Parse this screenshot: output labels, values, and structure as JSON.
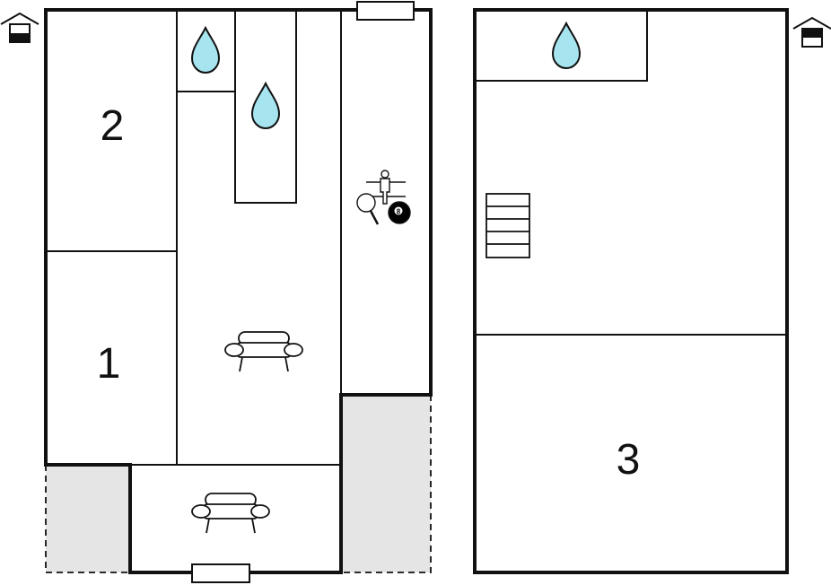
{
  "plans": [
    {
      "name": "ground-floor",
      "rooms": [
        {
          "id": "bedroom-2",
          "label": "2"
        },
        {
          "id": "bedroom-1",
          "label": "1"
        }
      ],
      "icons": [
        "ground-floor-indicator-icon",
        "water-drop-icon",
        "water-drop-icon",
        "sofa-icon",
        "sofa-icon",
        "games-table-tennis-foosball-billiard-icon"
      ],
      "billiard_ball_number": "8",
      "terrace_fill_color": "#e5e5e5"
    },
    {
      "name": "upper-floor",
      "rooms": [
        {
          "id": "bedroom-3",
          "label": "3"
        }
      ],
      "icons": [
        "upper-floor-indicator-icon",
        "water-drop-icon",
        "staircase-icon"
      ]
    }
  ],
  "colors": {
    "wall": "#111111",
    "water": "#a6e4f0",
    "terrace": "#e5e5e5",
    "background": "#ffffff"
  }
}
